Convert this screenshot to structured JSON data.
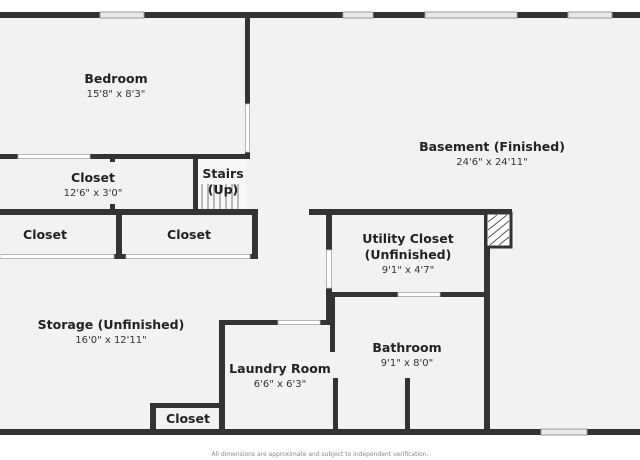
{
  "rooms": {
    "bedroom": {
      "name": "Bedroom",
      "dims": "15'8\" x 8'3\""
    },
    "basement": {
      "name": "Basement (Finished)",
      "dims": "24'6\" x 24'11\""
    },
    "closet_top": {
      "name": "Closet",
      "dims": "12'6\" x 3'0\""
    },
    "stairs": {
      "name_line1": "Stairs",
      "name_line2": "(Up)"
    },
    "closet_left": {
      "name": "Closet"
    },
    "closet_mid": {
      "name": "Closet"
    },
    "utility": {
      "name_line1": "Utility Closet",
      "name_line2": "(Unfinished)",
      "dims": "9'1\" x 4'7\""
    },
    "storage": {
      "name": "Storage (Unfinished)",
      "dims": "16'0\" x 12'11\""
    },
    "bathroom": {
      "name": "Bathroom",
      "dims": "9'1\" x 8'0\""
    },
    "laundry": {
      "name": "Laundry Room",
      "dims": "6'6\" x 6'3\""
    },
    "closet_bottom": {
      "name": "Closet"
    }
  },
  "footer": {
    "disclaimer": "All dimensions are approximate and subject to independent verification."
  },
  "colors": {
    "wall": "#333333",
    "floor": "#f2f2f2",
    "background": "#ffffff"
  }
}
